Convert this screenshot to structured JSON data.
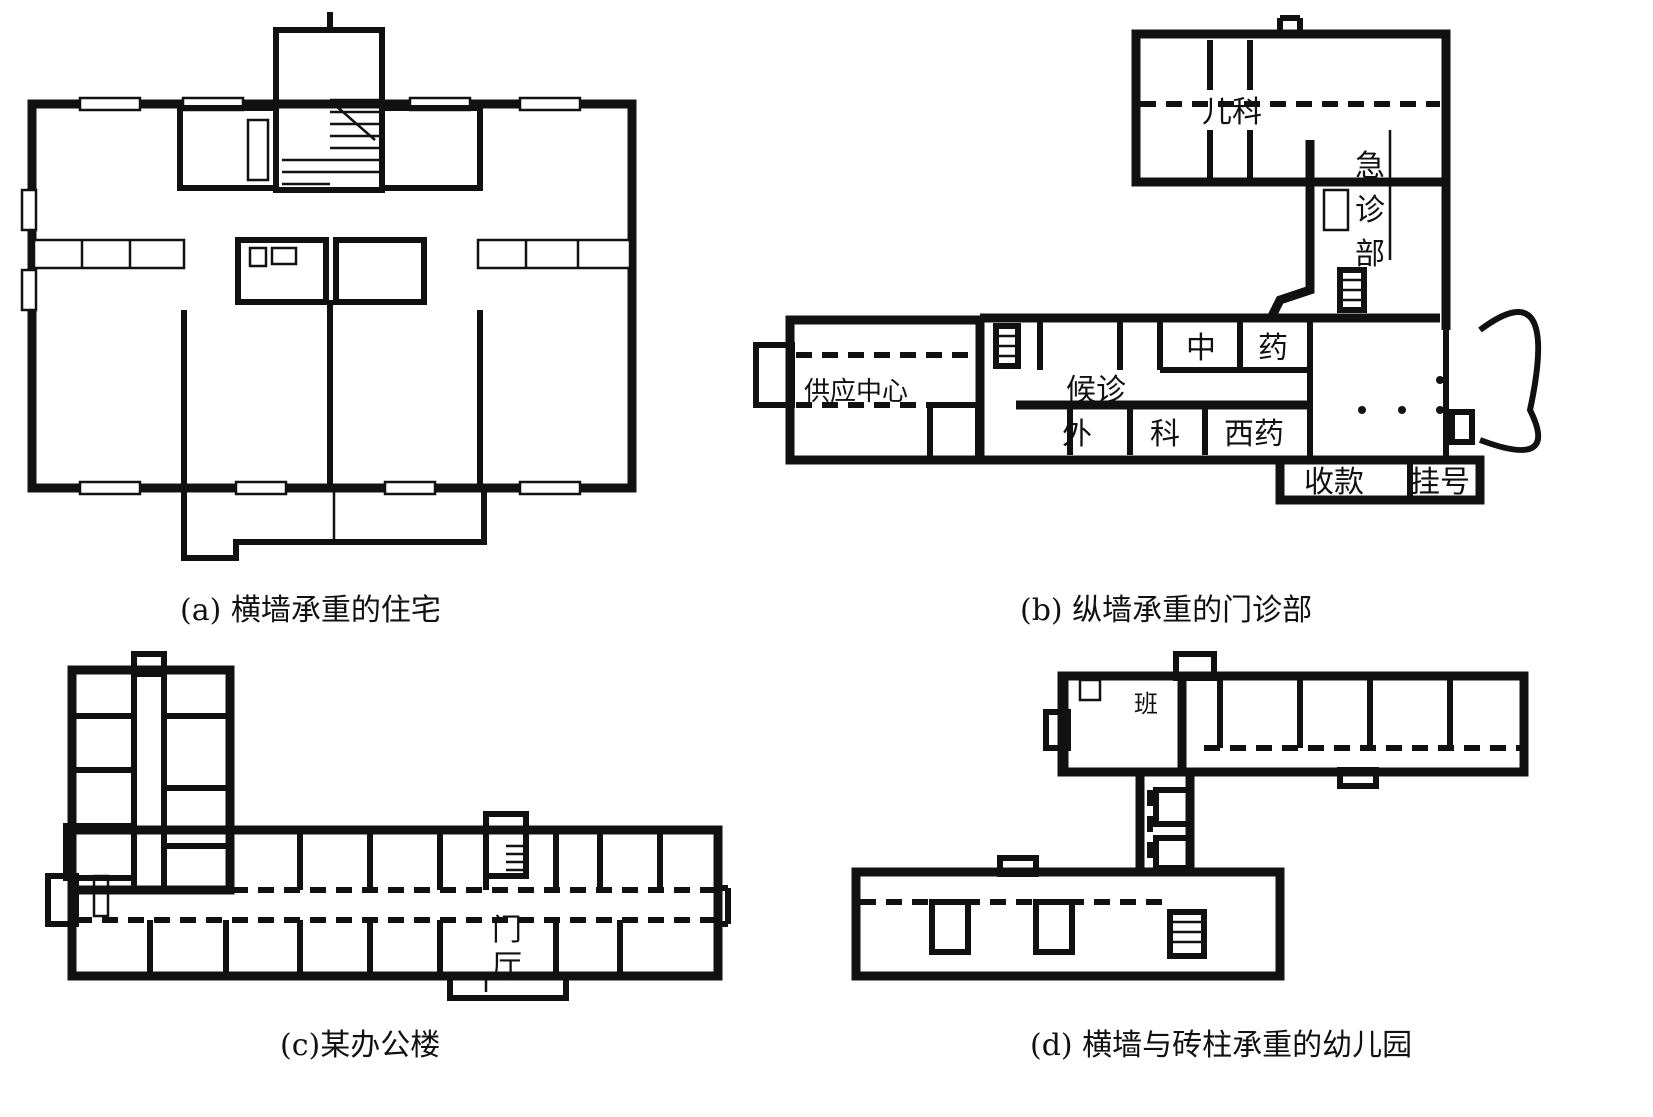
{
  "captions": {
    "a": "(a) 横墙承重的住宅",
    "b": "(b) 纵墙承重的门诊部",
    "c": "(c)某办公楼",
    "d": "(d) 横墙与砖柱承重的幼儿园"
  },
  "labels_b": {
    "pediatrics": "儿科",
    "emergency_1": "急",
    "emergency_2": "诊",
    "emergency_3": "部",
    "tcm_1": "中",
    "tcm_2": "药",
    "supply": "供应中心",
    "waiting": "候诊",
    "surgery_1": "外",
    "surgery_2": "科",
    "western": "西药",
    "cashier": "收款",
    "register": "挂号"
  },
  "labels_c": {
    "lobby_1": "门",
    "lobby_2": "厅"
  },
  "labels_d": {
    "room": "班"
  }
}
